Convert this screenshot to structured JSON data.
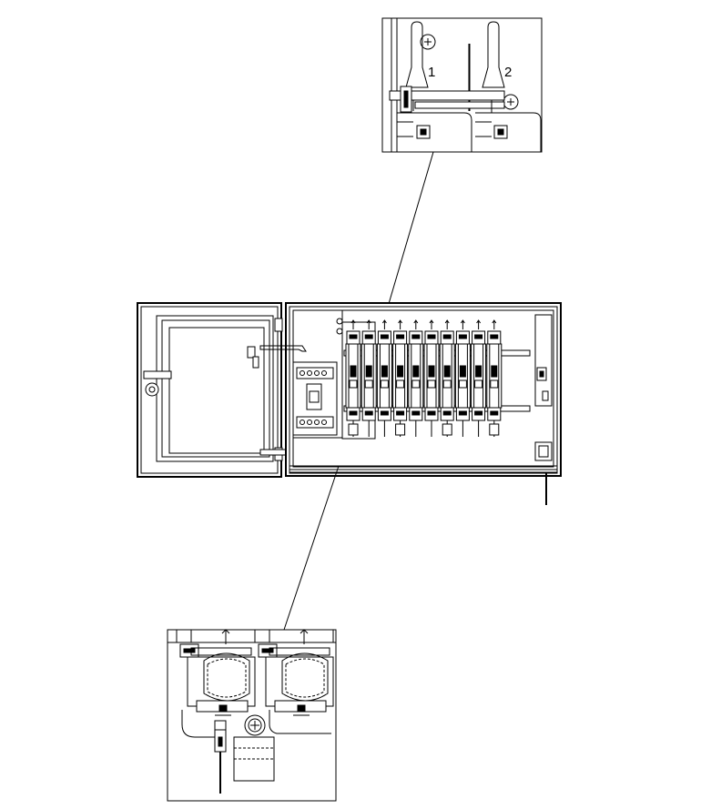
{
  "detail_top": {
    "callout_1": "1",
    "callout_2": "2"
  },
  "enclosure": {
    "breaker_count": 10,
    "connectors_with_pigtail": [
      0,
      3,
      6,
      9
    ]
  }
}
